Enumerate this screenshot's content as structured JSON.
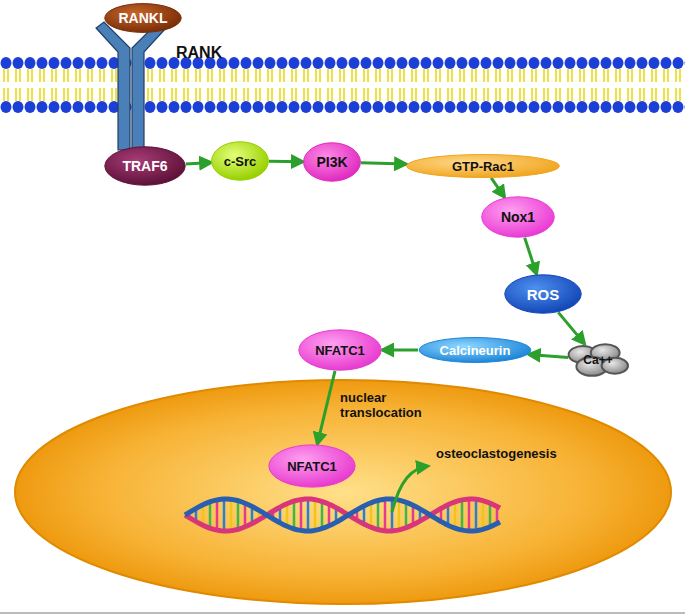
{
  "diagram": {
    "nodes": [
      {
        "text": [
          "RANKL"
        ]
      },
      {
        "text": [
          "TRAF6"
        ]
      },
      {
        "text": [
          "c-Src"
        ]
      },
      {
        "text": [
          "PI3K"
        ]
      },
      {
        "text": [
          "GTP-Rac1"
        ]
      },
      {
        "text": [
          "Nox1"
        ]
      },
      {
        "text": [
          "ROS"
        ]
      },
      {
        "text": [
          "Ca++"
        ]
      },
      {
        "text": [
          "Calcineurin"
        ]
      },
      {
        "text": [
          "NFATC1"
        ]
      },
      {
        "text": [
          "NFATC1"
        ]
      }
    ],
    "edges": [
      {
        "from": 1,
        "to": 2,
        "arrow": "to"
      },
      {
        "from": 2,
        "to": 3,
        "arrow": "to"
      },
      {
        "from": 3,
        "to": 4,
        "arrow": "to"
      },
      {
        "from": 4,
        "to": 5,
        "arrow": "to"
      },
      {
        "from": 5,
        "to": 6,
        "arrow": "to"
      },
      {
        "from": 6,
        "to": 7,
        "arrow": "to"
      },
      {
        "from": 7,
        "to": 8,
        "arrow": "to"
      },
      {
        "from": 8,
        "to": 9,
        "arrow": "to"
      },
      {
        "from": 9,
        "to": 10,
        "label": "nuclear translocation",
        "arrow": "to"
      }
    ],
    "labels": [
      "RANK",
      "osteoclastogenesis"
    ]
  }
}
